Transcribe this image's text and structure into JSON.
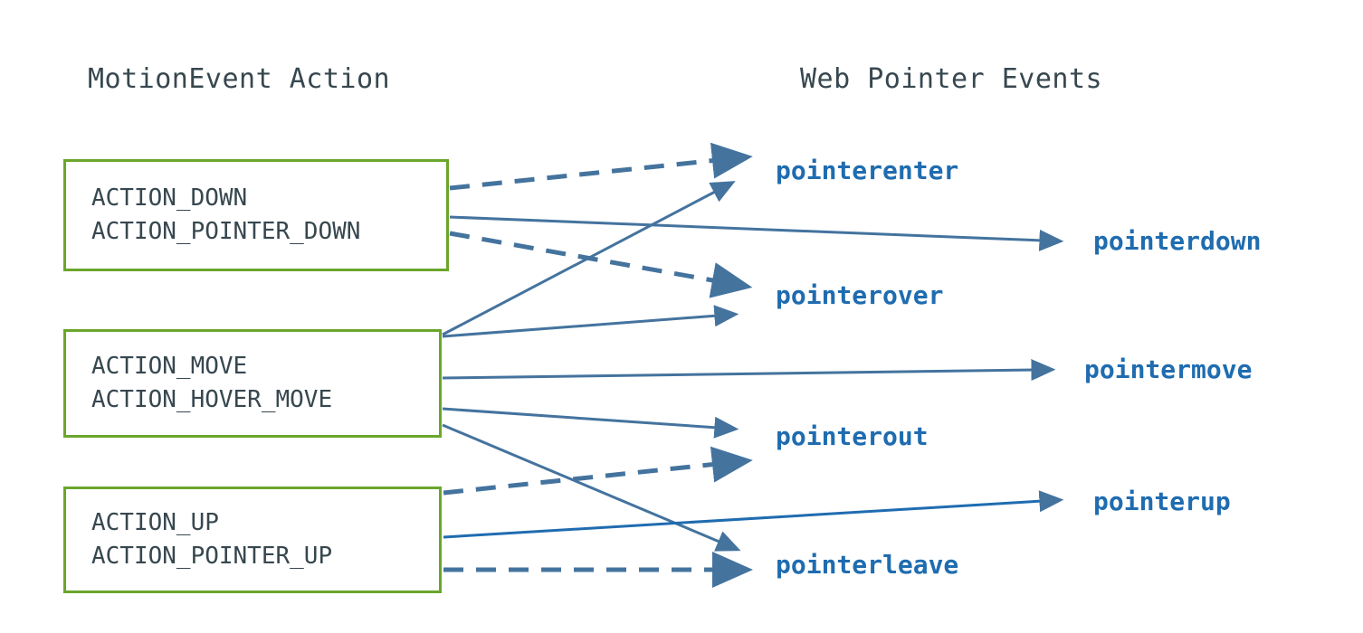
{
  "headings": {
    "left": "MotionEvent Action",
    "right": "Web Pointer Events"
  },
  "colors": {
    "box_border": "#6AA62B",
    "box_text": "#37474F",
    "heading_text": "#37474F",
    "event_text": "#1F6CB0",
    "arrow": "#44739E",
    "background": "#FFFFFF"
  },
  "action_boxes": [
    {
      "id": "down",
      "line1": "ACTION_DOWN",
      "line2": "ACTION_POINTER_DOWN"
    },
    {
      "id": "move",
      "line1": "ACTION_MOVE",
      "line2": "ACTION_HOVER_MOVE"
    },
    {
      "id": "up",
      "line1": "ACTION_UP",
      "line2": "ACTION_POINTER_UP"
    }
  ],
  "pointer_events": [
    {
      "id": "pointerenter",
      "label": "pointerenter"
    },
    {
      "id": "pointerdown",
      "label": "pointerdown"
    },
    {
      "id": "pointerover",
      "label": "pointerover"
    },
    {
      "id": "pointermove",
      "label": "pointermove"
    },
    {
      "id": "pointerout",
      "label": "pointerout"
    },
    {
      "id": "pointerup",
      "label": "pointerup"
    },
    {
      "id": "pointerleave",
      "label": "pointerleave"
    }
  ],
  "edges": [
    {
      "from": "ACTION_DOWN",
      "to": "pointerenter",
      "style": "dashed"
    },
    {
      "from": "ACTION_DOWN",
      "to": "pointerdown",
      "style": "solid"
    },
    {
      "from": "ACTION_DOWN",
      "to": "pointerover",
      "style": "dashed"
    },
    {
      "from": "ACTION_MOVE",
      "to": "pointerenter",
      "style": "solid"
    },
    {
      "from": "ACTION_MOVE",
      "to": "pointerover",
      "style": "solid"
    },
    {
      "from": "ACTION_MOVE",
      "to": "pointermove",
      "style": "solid"
    },
    {
      "from": "ACTION_MOVE",
      "to": "pointerout",
      "style": "solid"
    },
    {
      "from": "ACTION_MOVE",
      "to": "pointerleave",
      "style": "solid"
    },
    {
      "from": "ACTION_UP",
      "to": "pointerout",
      "style": "dashed"
    },
    {
      "from": "ACTION_UP",
      "to": "pointerup",
      "style": "solid"
    },
    {
      "from": "ACTION_UP",
      "to": "pointerleave",
      "style": "dashed"
    }
  ]
}
